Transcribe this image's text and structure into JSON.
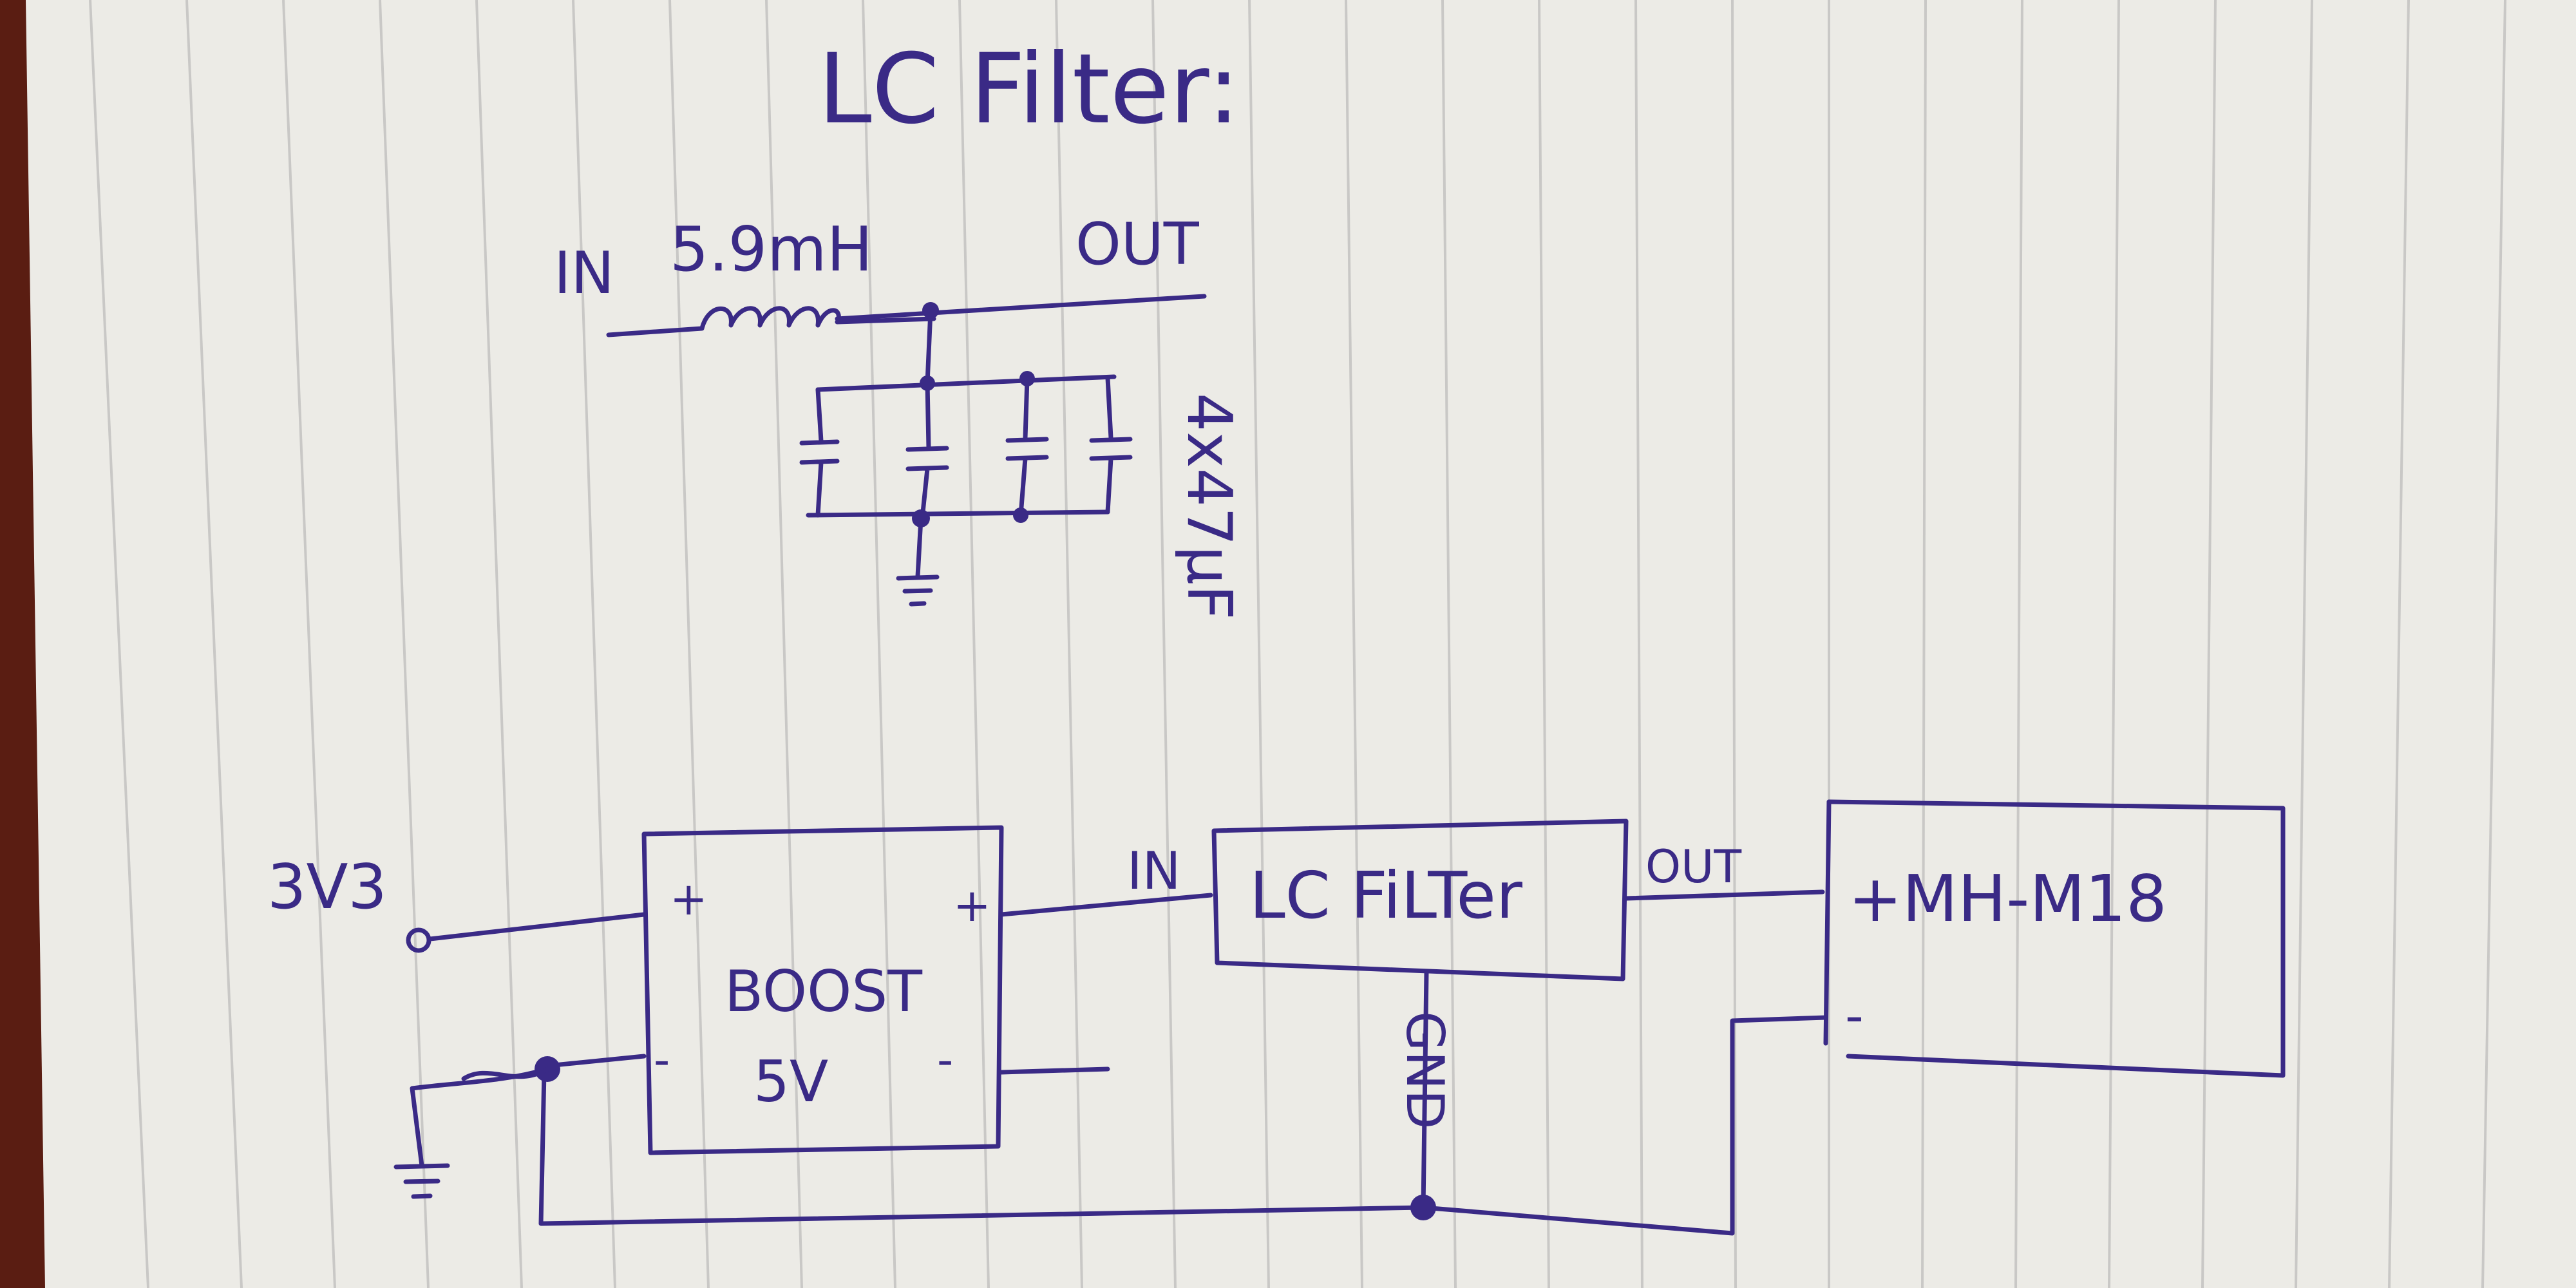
{
  "title": "LC Filter:",
  "filter_schematic": {
    "input_label": "IN",
    "inductor_value": "5.9mH",
    "output_label": "OUT",
    "capacitor_value": "4x47µF"
  },
  "block_diagram": {
    "source_label": "3V3",
    "boost_block": {
      "line1": "BOOST",
      "line2": "5V",
      "plus_in": "+",
      "plus_out": "+",
      "minus_in": "-",
      "minus_out": "-"
    },
    "filter_block": {
      "label": "LC FiLTer",
      "in_label": "IN",
      "out_label": "OUT",
      "gnd_label": "GND"
    },
    "load_block": {
      "label": "+MH-M18",
      "minus": "-"
    }
  },
  "colors": {
    "ink": "#3a2a86",
    "paper": "#ecebe6",
    "rule_line": "#c9c8c6",
    "background": "#5a1d12"
  }
}
